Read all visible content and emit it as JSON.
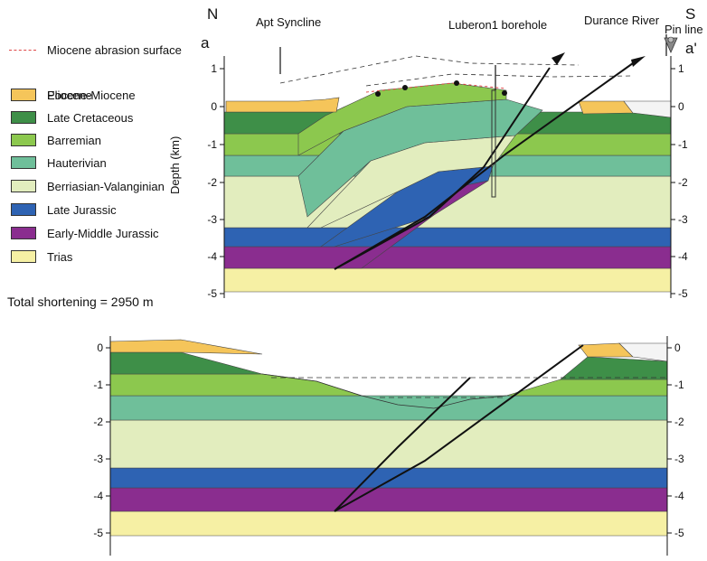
{
  "labels": {
    "north": "N",
    "south": "S",
    "a_left": "a",
    "a_right": "a'",
    "apt_syncline": "Apt Syncline",
    "borehole": "Luberon1 borehole",
    "river": "Durance River",
    "pin_line": "Pin line",
    "depth_axis": "Depth (km)",
    "shortening": "Total shortening = 2950 m"
  },
  "legend": [
    {
      "name": "Miocene abrasion surface",
      "kind": "line",
      "color": "#e04848"
    },
    {
      "name": "Pliocene",
      "kind": "box",
      "color": "#f4f4f4"
    },
    {
      "name": "Eocene-Miocene",
      "kind": "box",
      "color": "#f5c55a"
    },
    {
      "name": "Late Cretaceous",
      "kind": "box",
      "color": "#3e8f48"
    },
    {
      "name": "Barremian",
      "kind": "box",
      "color": "#8cc84e"
    },
    {
      "name": "Hauterivian",
      "kind": "box",
      "color": "#6fbf9a"
    },
    {
      "name": "Berriasian-Valanginian",
      "kind": "box",
      "color": "#e2edbe"
    },
    {
      "name": "Late Jurassic",
      "kind": "box",
      "color": "#2e63b3"
    },
    {
      "name": "Early-Middle Jurassic",
      "kind": "box",
      "color": "#8a2d8f"
    },
    {
      "name": "Trias",
      "kind": "box",
      "color": "#f6f0a4"
    }
  ],
  "top_section": {
    "ticks_left": [
      "1",
      "0",
      "-1",
      "-2",
      "-3",
      "-4",
      "-5"
    ],
    "ticks_right": [
      "1",
      "0",
      "-1",
      "-2",
      "-3",
      "-4",
      "-5"
    ]
  },
  "bottom_section": {
    "ticks_left": [
      "0",
      "-1",
      "-2",
      "-3",
      "-4",
      "-5"
    ],
    "ticks_right": [
      "0",
      "-1",
      "-2",
      "-3",
      "-4",
      "-5"
    ]
  }
}
